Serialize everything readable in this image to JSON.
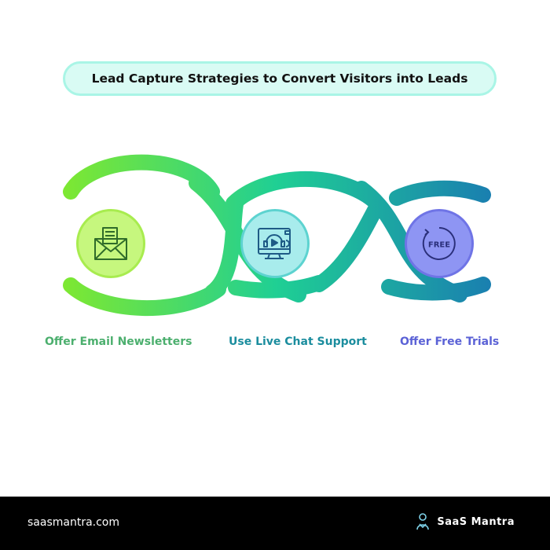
{
  "title": "Lead Capture Strategies to Convert Visitors into Leads",
  "steps": [
    {
      "label": "Offer Email Newsletters",
      "icon": "email-newsletter-icon"
    },
    {
      "label": "Use Live Chat Support",
      "icon": "live-chat-support-icon"
    },
    {
      "label": "Offer Free Trials",
      "icon": "free-trial-icon",
      "icon_text": "FREE"
    }
  ],
  "footer": {
    "website": "saasmantra.com",
    "brand": "SaaS Mantra"
  },
  "colors": {
    "wave_start": "#7ee831",
    "wave_mid": "#1fcf94",
    "wave_end": "#1a7fb0",
    "title_fill": "#d9fbf4",
    "title_border": "#a9f5e6"
  }
}
